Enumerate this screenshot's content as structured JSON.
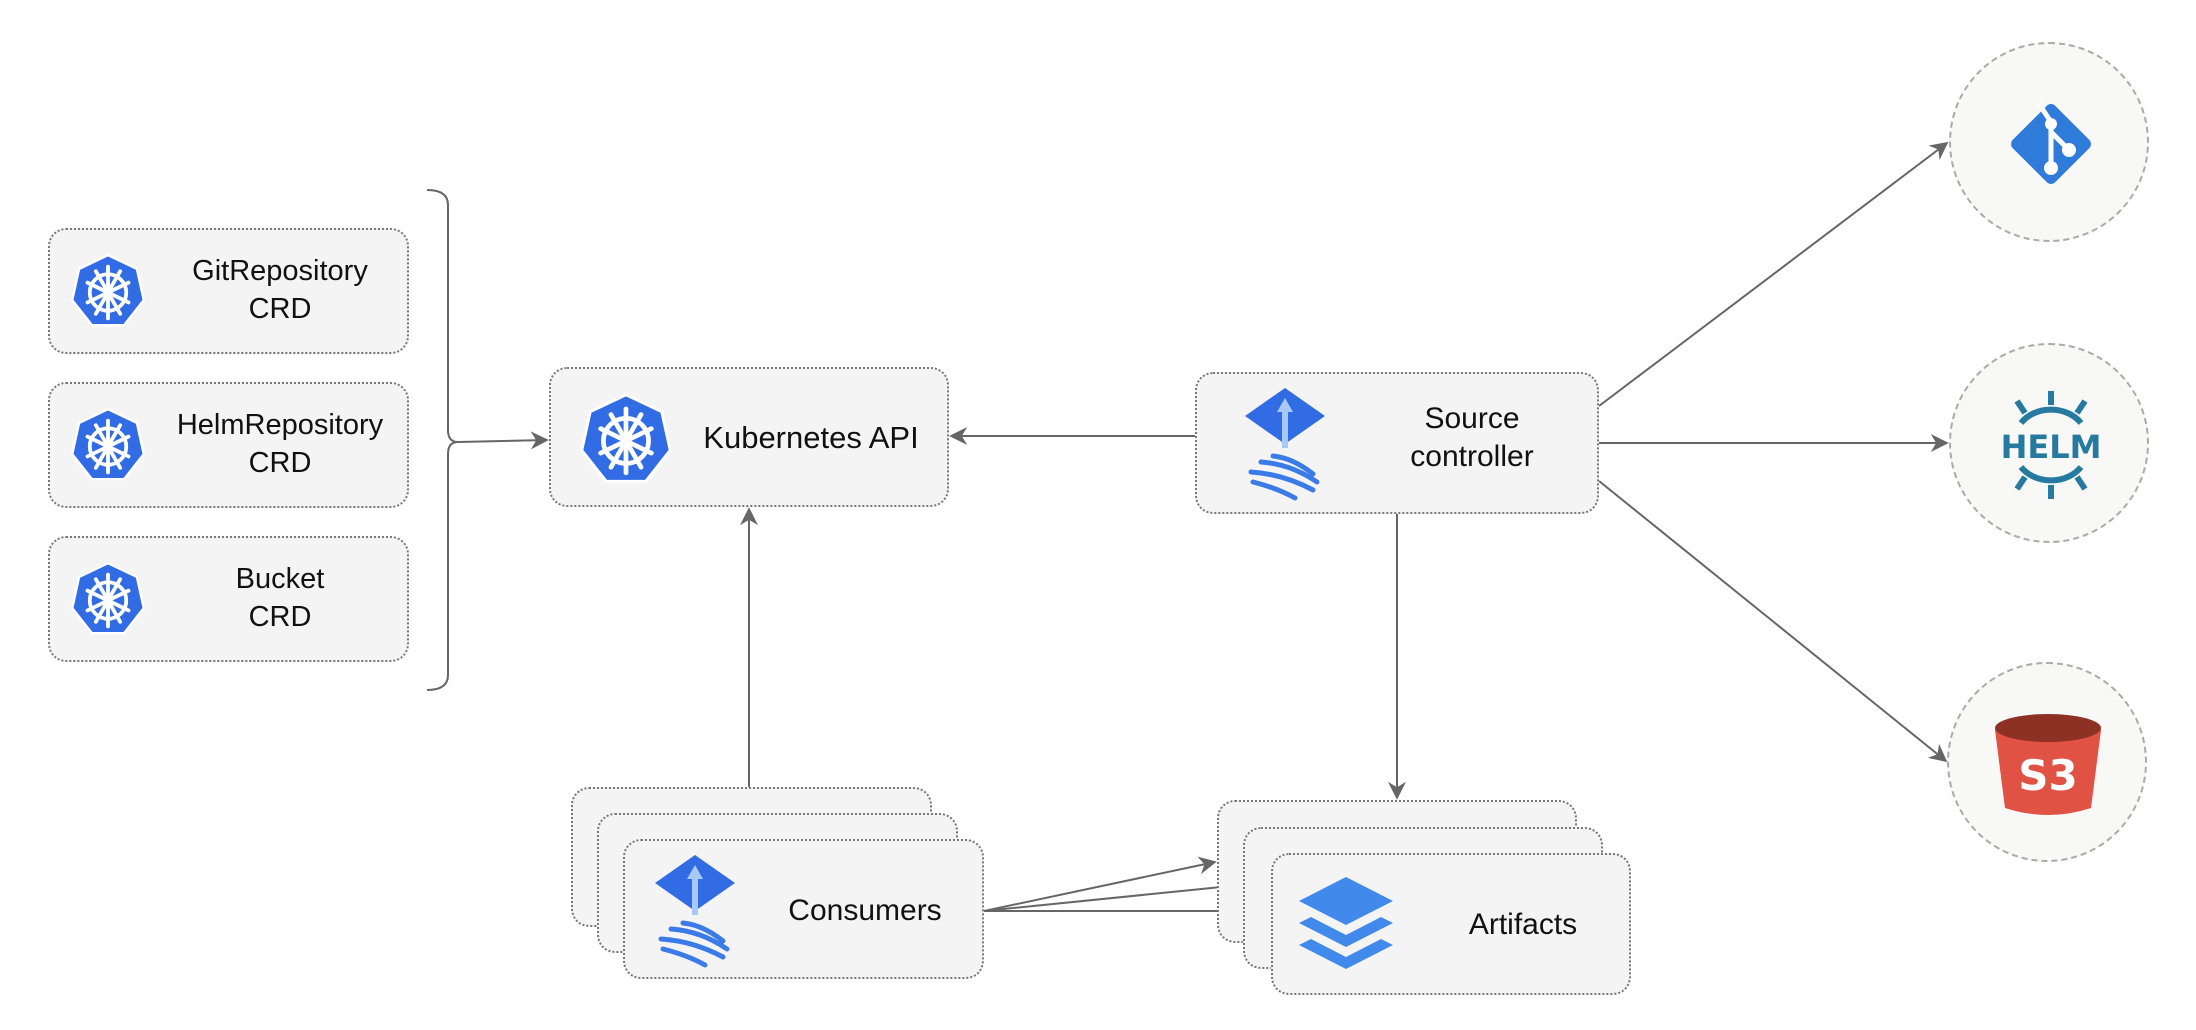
{
  "crds": [
    {
      "line1": "GitRepository",
      "line2": "CRD"
    },
    {
      "line1": "HelmRepository",
      "line2": "CRD"
    },
    {
      "line1": "Bucket",
      "line2": "CRD"
    }
  ],
  "kubernetes_api": {
    "label": "Kubernetes API"
  },
  "source_controller": {
    "line1": "Source",
    "line2": "controller"
  },
  "consumers": {
    "label": "Consumers"
  },
  "artifacts": {
    "label": "Artifacts"
  },
  "sources": [
    {
      "name": "git",
      "icon": "git-icon"
    },
    {
      "name": "helm",
      "icon": "helm-icon",
      "text": "HELM"
    },
    {
      "name": "s3",
      "icon": "s3-bucket-icon",
      "text": "S3"
    }
  ],
  "colors": {
    "kubernetes_blue": "#326ce5",
    "git_blue": "#2f7bd9",
    "helm_teal": "#277a9f",
    "s3_red": "#e05243",
    "s3_dark": "#8c3123",
    "line": "#666666"
  }
}
